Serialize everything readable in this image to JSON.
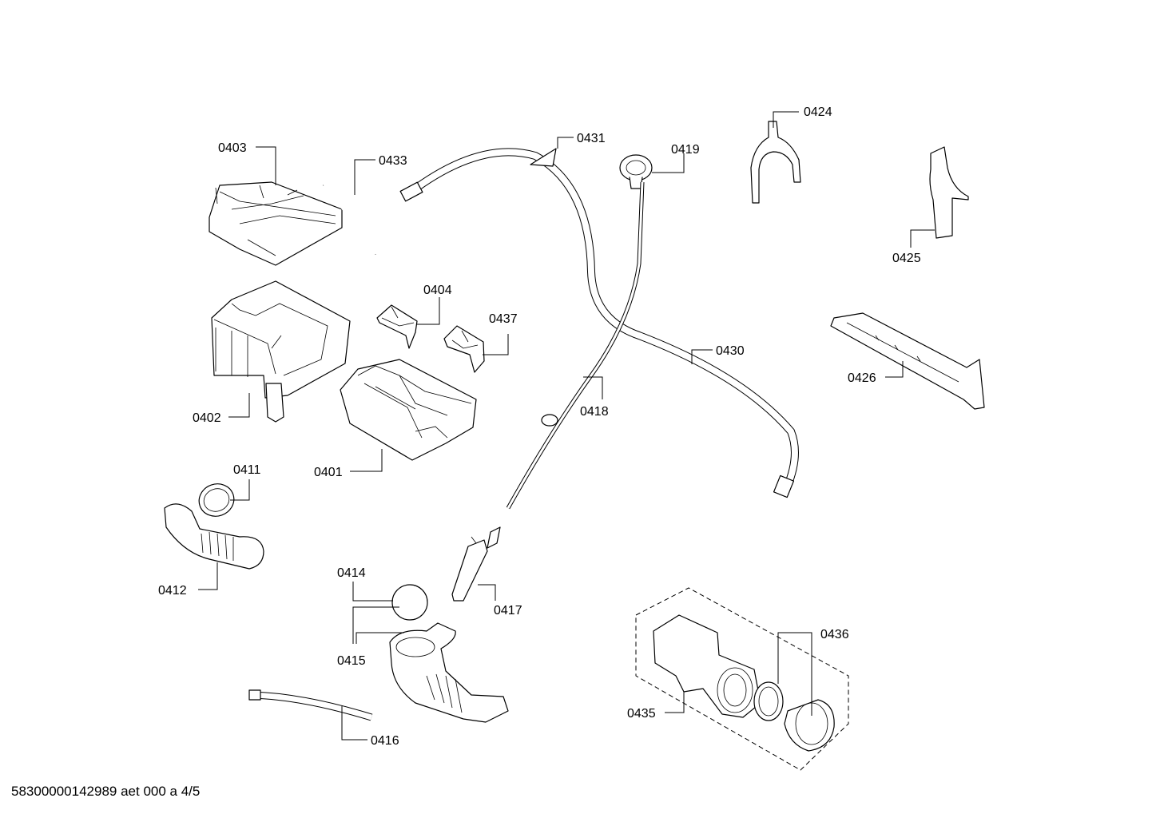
{
  "diagram": {
    "labels": {
      "p0401": "0401",
      "p0402": "0402",
      "p0403": "0403",
      "p0404": "0404",
      "p0411": "0411",
      "p0412": "0412",
      "p0414": "0414",
      "p0415": "0415",
      "p0416": "0416",
      "p0417": "0417",
      "p0418": "0418",
      "p0419": "0419",
      "p0424": "0424",
      "p0425": "0425",
      "p0426": "0426",
      "p0430": "0430",
      "p0431": "0431",
      "p0433": "0433",
      "p0435": "0435",
      "p0436": "0436",
      "p0437": "0437"
    }
  },
  "footer": {
    "doc_id": "58300000142989 aet 000 a 4/5"
  }
}
